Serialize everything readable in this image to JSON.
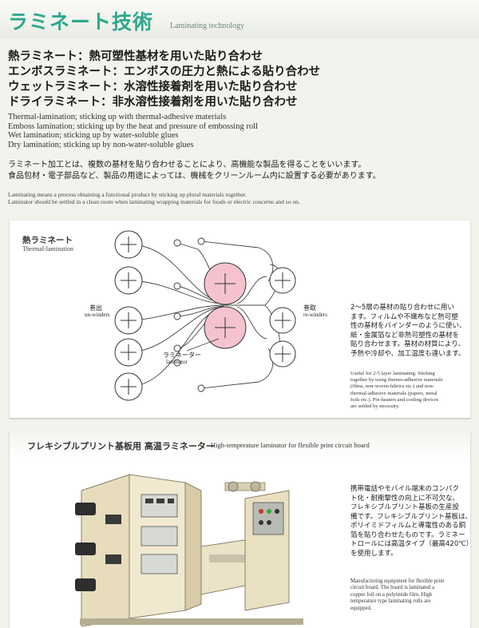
{
  "header": {
    "title_jp": "ラミネート技術",
    "title_en": "Laminating technology"
  },
  "headlines": [
    "熱ラミネート：熱可塑性基材を用いた貼り合わせ",
    "エンボスラミネート：エンボスの圧力と熱による貼り合わせ",
    "ウェットラミネート：水溶性接着剤を用いた貼り合わせ",
    "ドライラミネート：非水溶性接着剤を用いた貼り合わせ"
  ],
  "en_lines": [
    "Thermal-lamination; sticking up with thermal-adhesive materials",
    "Emboss lamination; sticking up by the heat and pressure of embossing roll",
    "Wet lamination; sticking up by water-soluble glues",
    "Dry lamination; sticking up by non-water-soluble glues"
  ],
  "intro_jp": [
    "ラミネート加工とは、複数の基材を貼り合わせることにより、高機能な製品を得ることをいいます。",
    "食品包材・電子部品など、製品の用途によっては、機械をクリーンルーム内に設置する必要があります。"
  ],
  "intro_en": [
    "Laminating means a process obtaining a functional product by sticking up plural materials together.",
    "Laminator should be settled in a clean room when laminating wrapping materials for foods or electric concerns and so on."
  ],
  "panel1": {
    "title_jp": "熱ラミネート",
    "title_en": "Thermal-lamination",
    "unwinder_jp": "巻出",
    "unwinder_en": "un-winders",
    "rewinder_jp": "巻取",
    "rewinder_en": "re-winders",
    "laminator_jp": "ラミネーター",
    "laminator_en": "laminator",
    "desc_jp": [
      "2～5層の基材の貼り合わせに用い",
      "ます。フィルムや不織布など熱可塑",
      "性の基材をバインダーのように使い、",
      "紙・金属箔など非熱可塑性の基材を",
      "貼り合わせます。基材の材質により、",
      "予熱や冷却や、加工温度も違います。"
    ],
    "desc_en": [
      "Useful for 2-5 layer laminating. Sticking",
      "together by using thermo-adhesive materials",
      "(films, non-woven fabrics etc.) and non-",
      "thermal-adhesive materials (papers, metal",
      "foils etc.). Pre-heaters and cooling devices",
      "are settled by necessity."
    ]
  },
  "panel2": {
    "title_jp": "フレキシブルプリント基板用 高温ラミネーター",
    "title_en": "High-temperature laminator for flexible print circuit board",
    "desc_jp": [
      "携帯電話やモバイル端末のコンパク",
      "ト化・耐衝撃性の向上に不可欠な、",
      "フレキシブルプリント基板の生産設",
      "備です。フレキシブルプリント基板は、",
      "ポリイミドフィルムと導電性のある銅",
      "箔を貼り合わせたものです。ラミネー",
      "トロールには高温タイプ（最高420℃）",
      "を使用します。"
    ],
    "desc_en": [
      "Manufacturing equipment for flexible print",
      "circuit board. The board is laminated a",
      "copper foil on a polyimide film. High",
      "temperature type laminating rolls are",
      "equipped."
    ]
  },
  "colors": {
    "accent": "#2fa88e",
    "roll_pink": "#f4c3cd",
    "machine_cream": "#ece3c6"
  }
}
